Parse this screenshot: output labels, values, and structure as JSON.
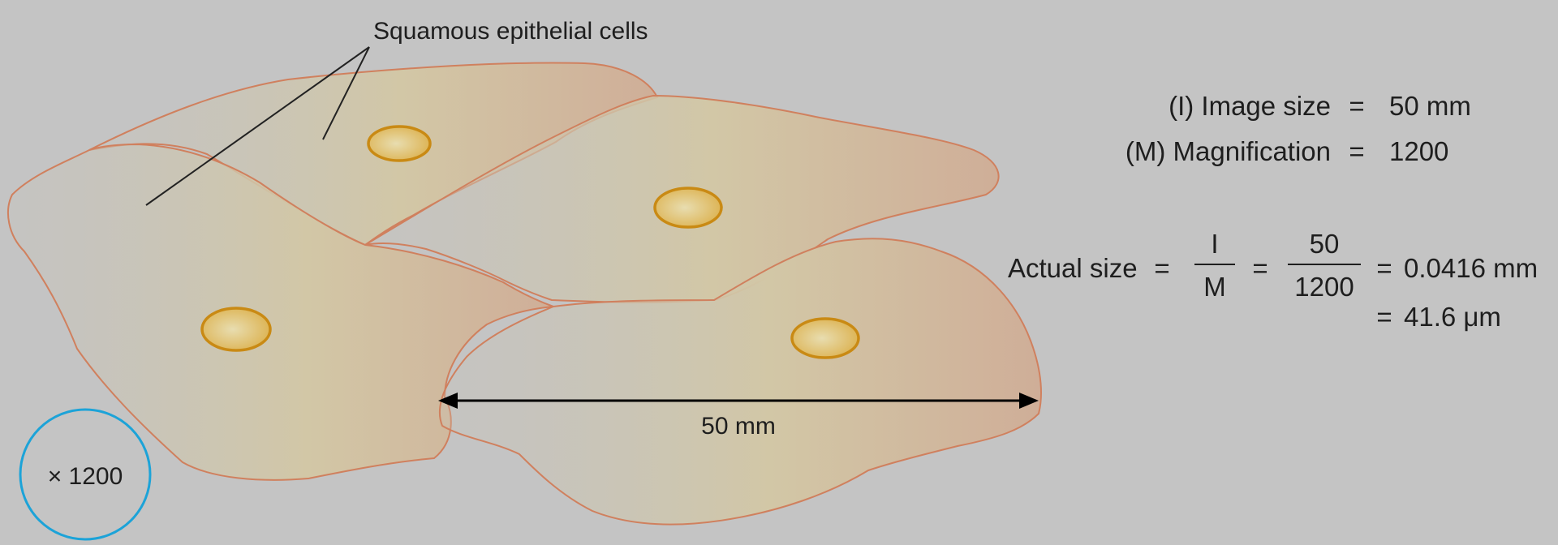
{
  "label": "Squamous epithelial cells",
  "scale_text": "50 mm",
  "magnification_badge": "× 1200",
  "info": {
    "line1_label": "(I) Image size",
    "line1_eq": "=",
    "line1_value": "50 mm",
    "line2_label": "(M) Magnification",
    "line2_eq": "=",
    "line2_value": "1200",
    "actual_label": "Actual size",
    "eq1": "=",
    "frac1_num": "I",
    "frac1_den": "M",
    "eq2": "=",
    "frac2_num": "50",
    "frac2_den": "1200",
    "eq3": "=",
    "result1": "0.0416 mm",
    "eq4": "=",
    "result2": "41.6 μm"
  },
  "colors": {
    "background": "#c4c4c4",
    "cell_outline": "#d0805e",
    "nucleus_outline": "#c98a14",
    "badge_circle": "#1ca3d8"
  }
}
